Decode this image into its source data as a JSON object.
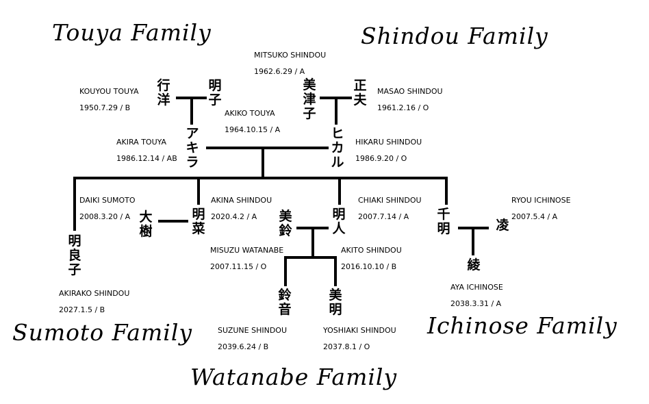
{
  "families": {
    "touya": "Touya Family",
    "shindou": "Shindou Family",
    "sumoto": "Sumoto Family",
    "ichinose": "Ichinose Family",
    "watanabe": "Watanabe Family"
  },
  "people": {
    "kouyou": {
      "name": "KOUYOU TOUYA",
      "info": "1950.7.29 / B",
      "kanji": [
        "行",
        "洋"
      ]
    },
    "akiko": {
      "name": "AKIKO TOUYA",
      "info": "1964.10.15 / A",
      "kanji": [
        "明",
        "子"
      ]
    },
    "mitsuko": {
      "name": "MITSUKO SHINDOU",
      "info": "1962.6.29 / A",
      "kanji": [
        "美",
        "津",
        "子"
      ]
    },
    "masao": {
      "name": "MASAO SHINDOU",
      "info": "1961.2.16 / O",
      "kanji": [
        "正",
        "夫"
      ]
    },
    "akira": {
      "name": "AKIRA TOUYA",
      "info": "1986.12.14 / AB",
      "kanji": [
        "ア",
        "キ",
        "ラ"
      ]
    },
    "hikaru": {
      "name": "HIKARU SHINDOU",
      "info": "1986.9.20 / O",
      "kanji": [
        "ヒ",
        "カ",
        "ル"
      ]
    },
    "daiki": {
      "name": "DAIKI SUMOTO",
      "info": "2008.3.20 / A",
      "kanji": [
        "大",
        "樹"
      ]
    },
    "akina": {
      "name": "AKINA SHINDOU",
      "info": "2020.4.2 / A",
      "kanji": [
        "明",
        "菜"
      ]
    },
    "misuzu": {
      "name": "MISUZU WATANABE",
      "info": "2007.11.15 / O",
      "kanji": [
        "美",
        "鈴"
      ]
    },
    "akito": {
      "name": "AKITO SHINDOU",
      "info": "2016.10.10 / B",
      "kanji": [
        "明",
        "人"
      ]
    },
    "chiaki": {
      "name": "CHIAKI SHINDOU",
      "info": "2007.7.14 / A",
      "kanji": [
        "千",
        "明"
      ]
    },
    "ryou": {
      "name": "RYOU ICHINOSE",
      "info": "2007.5.4 / A",
      "kanji": [
        "凌"
      ]
    },
    "akirako": {
      "name": "AKIRAKO SHINDOU",
      "info": "2027.1.5 / B",
      "kanji": [
        "明",
        "良",
        "子"
      ]
    },
    "suzune": {
      "name": "SUZUNE SHINDOU",
      "info": "2039.6.24 / B",
      "kanji": [
        "鈴",
        "音"
      ]
    },
    "yoshiaki": {
      "name": "YOSHIAKI SHINDOU",
      "info": "2037.8.1 / O",
      "kanji": [
        "美",
        "明"
      ]
    },
    "aya": {
      "name": "AYA ICHINOSE",
      "info": "2038.3.31 / A",
      "kanji": [
        "綾"
      ]
    }
  }
}
